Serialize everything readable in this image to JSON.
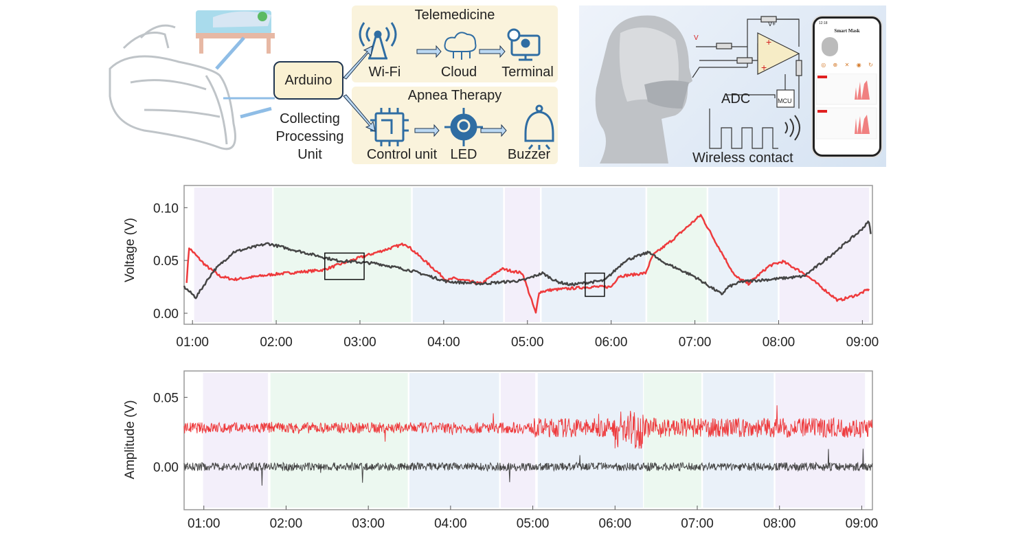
{
  "diagram": {
    "telemedicine": {
      "title": "Telemedicine",
      "items": [
        "Wi-Fi",
        "Cloud",
        "Terminal"
      ]
    },
    "apnea_therapy": {
      "title": "Apnea Therapy",
      "items": [
        "Control unit",
        "LED",
        "Buzzer"
      ]
    },
    "arduino": "Arduino",
    "collecting_unit": [
      "Collecting",
      "Processing",
      "Unit"
    ]
  },
  "circuit": {
    "adc": "ADC",
    "mcu": "MCU",
    "wireless": "Wireless contact",
    "vplus": "V+",
    "v": "V"
  },
  "phone": {
    "time": "12:18",
    "app_title": "Smart Mask"
  },
  "colors": {
    "red": "#ee3a3c",
    "black": "#454545",
    "purple_band": "#f3effa",
    "green_band": "#ecf8f0",
    "blue_band": "#eaf1f9",
    "panel": "#faf3dc",
    "icon_blue": "#2f6da3"
  },
  "chart_data": [
    {
      "type": "line",
      "ylabel": "Voltage (V)",
      "xlabel": "",
      "xlim": [
        0.9,
        9.12
      ],
      "ylim": [
        -0.0104,
        0.121
      ],
      "yticks": [
        "0.00",
        "0.05",
        "0.10"
      ],
      "ytick_values": [
        0,
        0.05,
        0.1
      ],
      "xticks": [
        "01:00",
        "02:00",
        "03:00",
        "04:00",
        "05:00",
        "06:00",
        "07:00",
        "08:00",
        "09:00"
      ],
      "xtick_values": [
        1,
        2,
        3,
        4,
        5,
        6,
        7,
        8,
        9
      ],
      "bands": [
        {
          "stage": "purple",
          "range": [
            1.02,
            1.95
          ]
        },
        {
          "stage": "green",
          "range": [
            1.97,
            3.61
          ]
        },
        {
          "stage": "blue",
          "range": [
            3.63,
            4.71
          ]
        },
        {
          "stage": "purple",
          "range": [
            4.73,
            5.15
          ]
        },
        {
          "stage": "blue",
          "range": [
            5.17,
            6.41
          ]
        },
        {
          "stage": "green",
          "range": [
            6.43,
            7.14
          ]
        },
        {
          "stage": "blue",
          "range": [
            7.16,
            7.99
          ]
        },
        {
          "stage": "purple",
          "range": [
            8.01,
            9.08
          ]
        }
      ],
      "highlight_boxes": [
        {
          "x": [
            2.58,
            3.05
          ],
          "y": [
            0.032,
            0.057
          ]
        },
        {
          "x": [
            5.69,
            5.92
          ],
          "y": [
            0.016,
            0.038
          ]
        }
      ],
      "series": [
        {
          "name": "red",
          "x": [
            0.93,
            0.96,
            1.04,
            1.16,
            1.33,
            1.49,
            1.98,
            2.56,
            2.97,
            3.54,
            4.04,
            4.12,
            4.45,
            4.69,
            4.94,
            5.1,
            5.14,
            5.27,
            5.76,
            6.0,
            6.09,
            6.41,
            6.5,
            6.74,
            7.07,
            7.23,
            7.48,
            7.64,
            7.89,
            8.05,
            8.3,
            8.71,
            8.96,
            9.08
          ],
          "y": [
            0.03,
            0.062,
            0.055,
            0.045,
            0.035,
            0.032,
            0.037,
            0.041,
            0.052,
            0.066,
            0.031,
            0.033,
            0.028,
            0.042,
            0.038,
            0.0,
            0.02,
            0.022,
            0.025,
            0.025,
            0.035,
            0.038,
            0.055,
            0.07,
            0.093,
            0.07,
            0.035,
            0.028,
            0.045,
            0.049,
            0.038,
            0.012,
            0.018,
            0.023
          ]
        },
        {
          "name": "black",
          "x": [
            0.9,
            1.04,
            1.25,
            1.49,
            1.9,
            2.31,
            2.72,
            3.21,
            3.63,
            4.04,
            4.45,
            4.94,
            5.18,
            5.35,
            5.51,
            5.92,
            6.17,
            6.46,
            6.58,
            6.99,
            7.32,
            7.4,
            7.56,
            7.89,
            8.3,
            8.55,
            8.96,
            9.08,
            9.1
          ],
          "y": [
            0.025,
            0.015,
            0.04,
            0.058,
            0.066,
            0.058,
            0.05,
            0.047,
            0.04,
            0.03,
            0.028,
            0.031,
            0.038,
            0.03,
            0.027,
            0.031,
            0.05,
            0.058,
            0.05,
            0.035,
            0.018,
            0.025,
            0.03,
            0.032,
            0.035,
            0.05,
            0.077,
            0.087,
            0.075
          ]
        }
      ]
    },
    {
      "type": "line",
      "ylabel": "Amplitude (V)",
      "xlabel": "",
      "xlim": [
        0.76,
        9.13
      ],
      "ylim": [
        -0.031,
        0.069
      ],
      "yticks": [
        "0.00",
        "0.05"
      ],
      "ytick_values": [
        0,
        0.05
      ],
      "xticks": [
        "01:00",
        "02:00",
        "03:00",
        "04:00",
        "05:00",
        "06:00",
        "07:00",
        "08:00",
        "09:00"
      ],
      "xtick_values": [
        1,
        2,
        3,
        4,
        5,
        6,
        7,
        8,
        9
      ],
      "bands": [
        {
          "stage": "purple",
          "range": [
            0.99,
            1.78
          ]
        },
        {
          "stage": "green",
          "range": [
            1.81,
            3.48
          ]
        },
        {
          "stage": "blue",
          "range": [
            3.5,
            4.59
          ]
        },
        {
          "stage": "purple",
          "range": [
            4.61,
            5.03
          ]
        },
        {
          "stage": "blue",
          "range": [
            5.06,
            6.34
          ]
        },
        {
          "stage": "green",
          "range": [
            6.35,
            7.05
          ]
        },
        {
          "stage": "blue",
          "range": [
            7.07,
            7.93
          ]
        },
        {
          "stage": "purple",
          "range": [
            7.95,
            9.04
          ]
        }
      ],
      "series": [
        {
          "name": "red",
          "segments": [
            {
              "x": [
                0.76,
                5.0
              ],
              "mean": 0.028,
              "noise": 0.004
            },
            {
              "x": [
                5.0,
                6.0
              ],
              "mean": 0.028,
              "noise": 0.007
            },
            {
              "x": [
                6.0,
                6.35
              ],
              "mean": 0.027,
              "noise": 0.014
            },
            {
              "x": [
                6.35,
                9.13
              ],
              "mean": 0.028,
              "noise": 0.007
            }
          ]
        },
        {
          "name": "black",
          "segments": [
            {
              "x": [
                0.76,
                9.13
              ],
              "mean": 0.0,
              "noise": 0.003
            }
          ]
        }
      ]
    }
  ]
}
